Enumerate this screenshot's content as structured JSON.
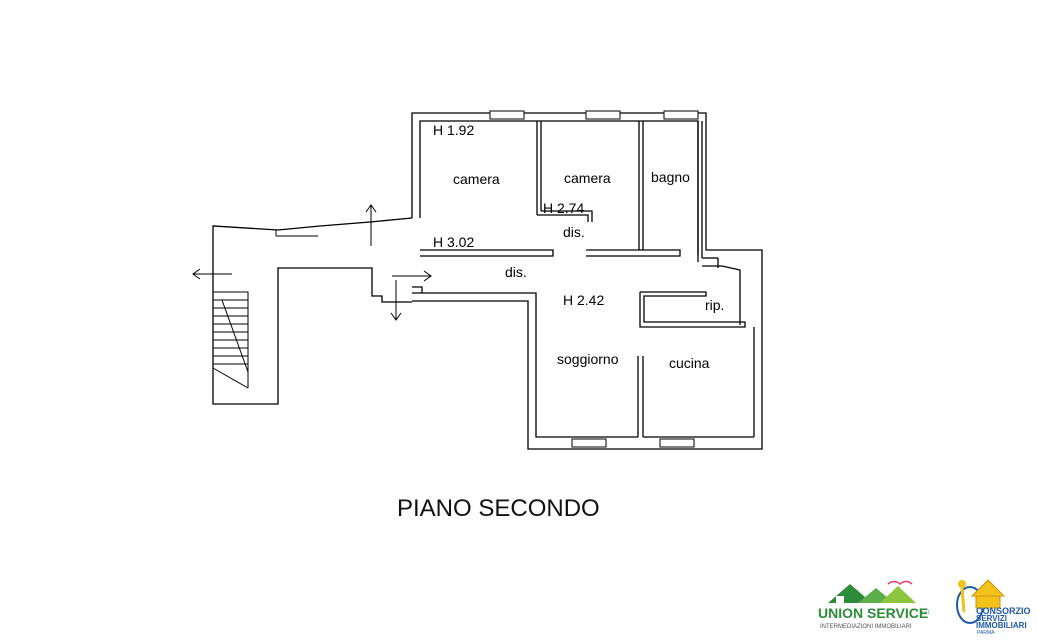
{
  "plan": {
    "title": "PIANO SECONDO",
    "rooms": {
      "camera_1": "camera",
      "camera_2": "camera",
      "bagno": "bagno",
      "dis_upper": "dis.",
      "dis_lower": "dis.",
      "rip": "rip.",
      "soggiorno": "soggiorno",
      "cucina": "cucina"
    },
    "heights": {
      "h1": "H 1.92",
      "h2": "H 2.74",
      "h3": "H 3.02",
      "h4": "H 2.42"
    }
  },
  "logos": {
    "union_service": {
      "name": "UNION SERVICE",
      "suffix": "s.r.l.",
      "tagline": "INTERMEDIAZIONI IMMOBILIARI",
      "color": "#2e8b3a"
    },
    "consorzio": {
      "line1": "CONSORZIO",
      "line2": "SERVIZI",
      "line3": "IMMOBILIARI",
      "line4": "PARMA",
      "color": "#1e5aa8",
      "accent": "#f2c21b"
    }
  }
}
